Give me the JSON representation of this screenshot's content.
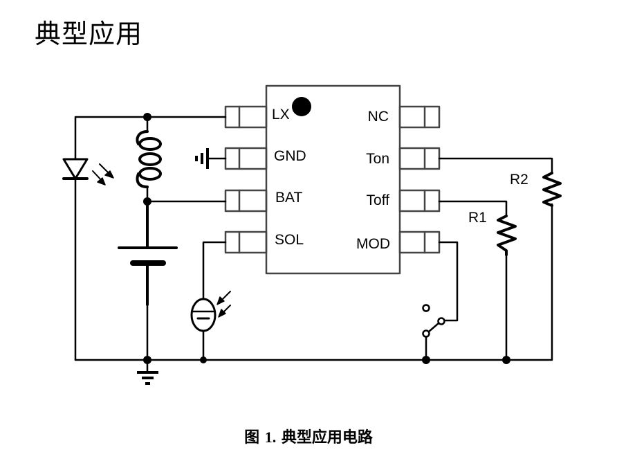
{
  "heading": "典型应用",
  "caption": {
    "prefix": "图",
    "number": "1.",
    "text": "典型应用电路"
  },
  "chip": {
    "left_pins": [
      {
        "label": "LX"
      },
      {
        "label": "GND"
      },
      {
        "label": "BAT"
      },
      {
        "label": "SOL"
      }
    ],
    "right_pins": [
      {
        "label": "NC"
      },
      {
        "label": "Ton"
      },
      {
        "label": "Toff"
      },
      {
        "label": "MOD"
      }
    ],
    "pin1_marker": "filled-dot"
  },
  "components": {
    "r1": "R1",
    "r2": "R2",
    "led": "led-icon",
    "inductor": "inductor-icon",
    "battery": "battery-icon",
    "solar_cell": "photodiode-icon",
    "switch": "spdt-switch-icon",
    "ground": "ground-icon"
  }
}
